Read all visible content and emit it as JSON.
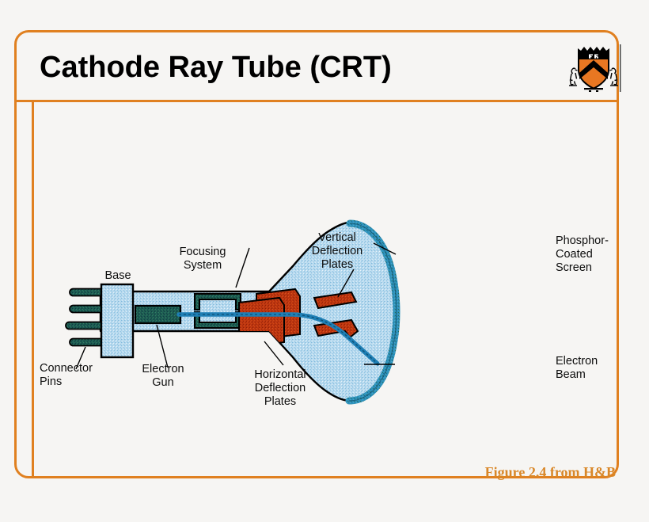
{
  "slide": {
    "title": "Cathode Ray Tube (CRT)",
    "caption": "Figure 2.4 from H&B",
    "logo_name": "princeton-shield-logo",
    "accent_color": "#e08020",
    "background_color": "#f6f5f3",
    "title_color": "#000000",
    "caption_color": "#d98728"
  },
  "diagram": {
    "name": "crt-cutaway-diagram",
    "colors": {
      "glass_fill": "#a8d2ea",
      "glass_outline": "#000000",
      "metal_fill": "#1f5f5a",
      "plate_fill": "#c33a10",
      "beam": "#1f7fb5",
      "phosphor_strip": "#2d8fb8"
    },
    "labels": {
      "base": "Base",
      "connector_pins": "Connector\nPins",
      "electron_gun": "Electron\nGun",
      "focusing_system": "Focusing\nSystem",
      "horizontal_deflection_plates": "Horizontal\nDeflection\nPlates",
      "vertical_deflection_plates": "Vertical\nDeflection\nPlates",
      "phosphor_coated_screen": "Phosphor-\nCoated\nScreen",
      "electron_beam": "Electron\nBeam"
    },
    "parts": [
      {
        "id": "connector-pins",
        "label": "Connector Pins",
        "count": 4
      },
      {
        "id": "base",
        "label": "Base",
        "count": 1
      },
      {
        "id": "electron-gun",
        "label": "Electron Gun",
        "count": 1
      },
      {
        "id": "focusing-system",
        "label": "Focusing System",
        "count": 2
      },
      {
        "id": "horizontal-plates",
        "label": "Horizontal Deflection Plates",
        "count": 2
      },
      {
        "id": "vertical-plates",
        "label": "Vertical Deflection Plates",
        "count": 2
      },
      {
        "id": "phosphor-screen",
        "label": "Phosphor-Coated Screen",
        "count": 1
      },
      {
        "id": "electron-beam",
        "label": "Electron Beam",
        "count": 1
      }
    ]
  }
}
